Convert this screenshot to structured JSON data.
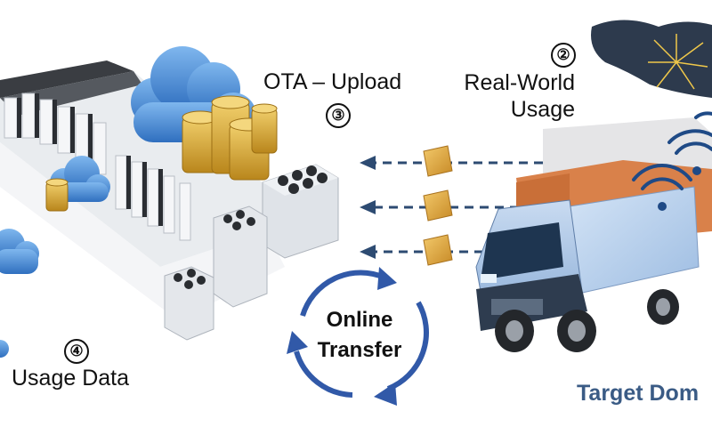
{
  "labels": {
    "ota_upload": "OTA – Upload",
    "step3": "③",
    "step2": "②",
    "real_world_line1": "Real-World",
    "real_world_line2": "Usage",
    "step4": "④",
    "usage_data": "Usage Data",
    "online": "Online",
    "transfer": "Transfer",
    "target_domain": "Target Dom"
  },
  "icons": [
    "cloud-icon",
    "coin-stack-icon",
    "data-packet-icon",
    "wifi-signal-icon",
    "truck-icon",
    "data-center-icon",
    "cycle-arrows-icon"
  ],
  "colors": {
    "arrow": "#2d4b72",
    "cycle": "#3159a8",
    "domain_text": "#3a5b85",
    "packet": "#d9a03a",
    "coin": "#d4a22a",
    "cloud": "#4d8fd6",
    "truck": "#b8d0ec"
  }
}
